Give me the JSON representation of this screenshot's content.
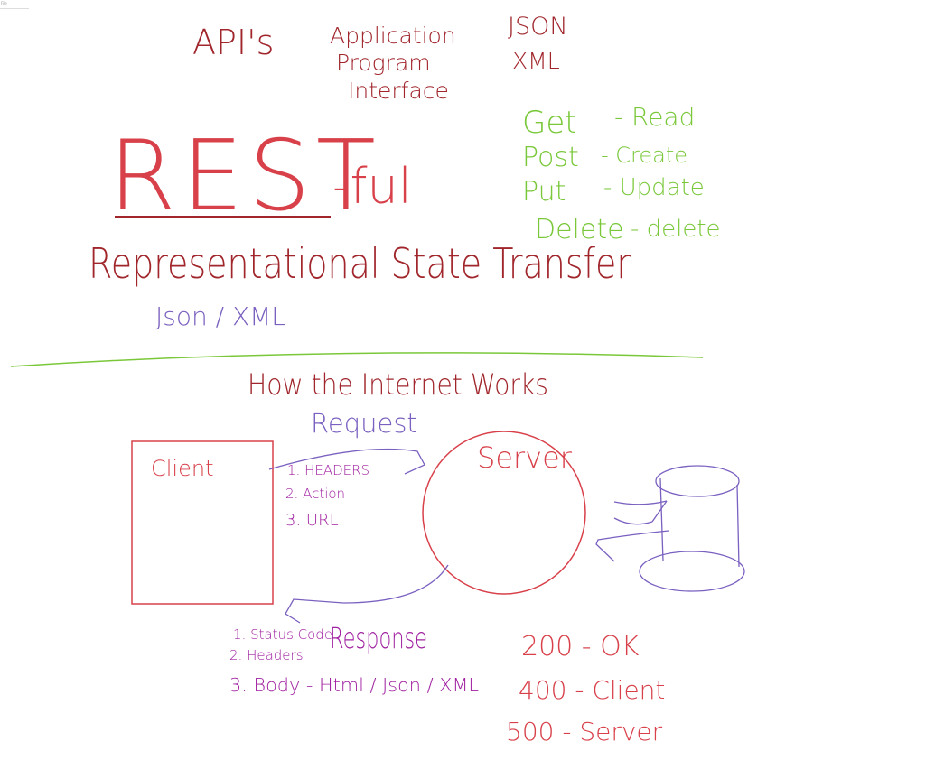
{
  "toolbar": {
    "tab_label": "File"
  },
  "colors": {
    "dark_red": "#a0262c",
    "red": "#d8404a",
    "purple": "#7a60c0",
    "magenta": "#a020a0",
    "green": "#7ac83a"
  },
  "top": {
    "apis": "API's",
    "application": "Application",
    "program": "Program",
    "interface": "Interface",
    "json": "JSON",
    "xml": "XML"
  },
  "rest": {
    "big": "REST",
    "suffix": "-ful",
    "full": "Representational State Transfer",
    "formats": "Json / XML"
  },
  "verbs": [
    {
      "method": "Get",
      "meaning": "- Read"
    },
    {
      "method": "Post",
      "meaning": "- Create"
    },
    {
      "method": "Put",
      "meaning": "- Update"
    },
    {
      "method": "Delete",
      "meaning": "- delete"
    }
  ],
  "internet": {
    "title": "How the Internet Works",
    "client": "Client",
    "server": "Server",
    "request": "Request",
    "request_items": [
      "1. HEADERS",
      "2. Action",
      "3. URL"
    ],
    "response": "Response",
    "response_items": [
      "1. Status Code",
      "2. Headers",
      "3. Body - Html / Json / XML"
    ],
    "status_codes": [
      "200 - OK",
      "400 - Client",
      "500 - Server"
    ]
  }
}
